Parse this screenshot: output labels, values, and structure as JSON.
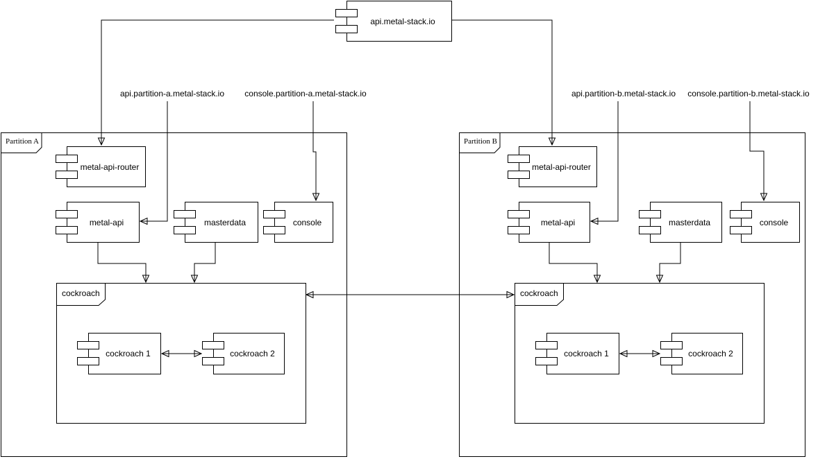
{
  "colors": {
    "stroke": "#000000",
    "background": "#ffffff"
  },
  "diagram": {
    "root": {
      "label": "api.metal-stack.io"
    },
    "dns": {
      "api_a": "api.partition-a.metal-stack.io",
      "console_a": "console.partition-a.metal-stack.io",
      "api_b": "api.partition-b.metal-stack.io",
      "console_b": "console.partition-b.metal-stack.io"
    },
    "partition_a": {
      "label": "Partition A",
      "router": "metal-api-router",
      "api": "metal-api",
      "masterdata": "masterdata",
      "console": "console",
      "cockroach": {
        "label": "cockroach",
        "node1": "cockroach 1",
        "node2": "cockroach 2"
      }
    },
    "partition_b": {
      "label": "Partition B",
      "router": "metal-api-router",
      "api": "metal-api",
      "masterdata": "masterdata",
      "console": "console",
      "cockroach": {
        "label": "cockroach",
        "node1": "cockroach 1",
        "node2": "cockroach 2"
      }
    }
  }
}
